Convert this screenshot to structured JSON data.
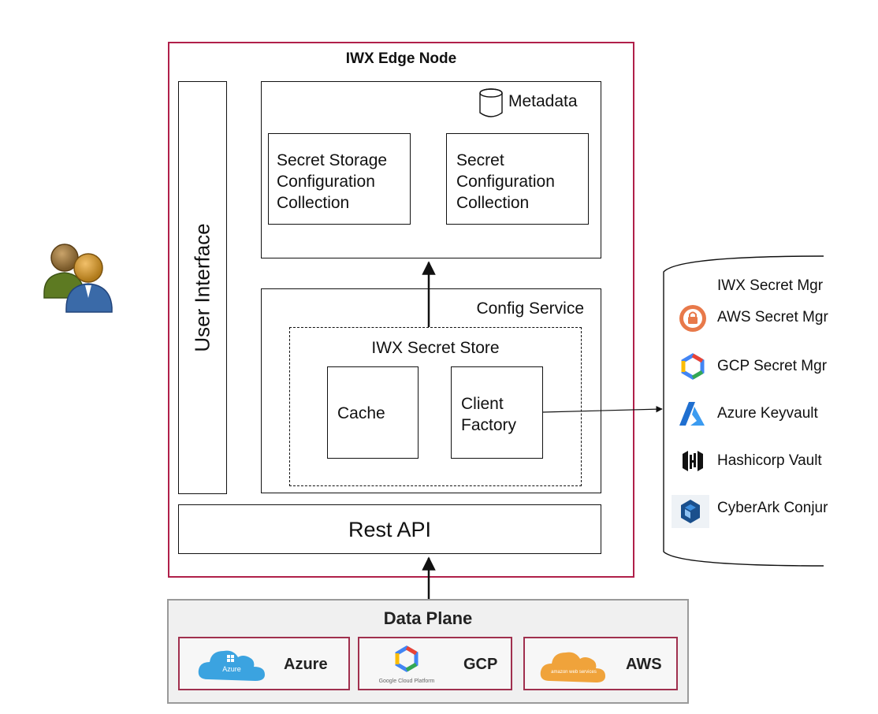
{
  "edge_node": {
    "title": "IWX Edge Node",
    "user_interface_label": "User Interface",
    "metadata": {
      "label": "Metadata",
      "collections": [
        "Secret Storage\nConfiguration\nCollection",
        "Secret\nConfiguration\nCollection"
      ]
    },
    "config_service": {
      "label": "Config Service",
      "secret_store": {
        "label": "IWX Secret Store",
        "cache_label": "Cache",
        "client_factory_label": "Client\nFactory"
      }
    },
    "rest_api_label": "Rest API"
  },
  "secret_managers": {
    "title": "IWX Secret Mgr",
    "items": [
      {
        "label": "AWS Secret Mgr",
        "icon": "aws-lock-icon"
      },
      {
        "label": "GCP Secret Mgr",
        "icon": "gcp-hexagon-icon"
      },
      {
        "label": "Azure Keyvault",
        "icon": "azure-a-icon"
      },
      {
        "label": "Hashicorp Vault",
        "icon": "hashicorp-icon"
      },
      {
        "label": "CyberArk Conjur",
        "icon": "cyberark-icon"
      }
    ]
  },
  "data_plane": {
    "title": "Data Plane",
    "clouds": [
      {
        "label": "Azure",
        "logo_text": "Azure",
        "icon": "azure-cloud-icon"
      },
      {
        "label": "GCP",
        "logo_text": "Google Cloud Platform",
        "icon": "gcp-logo-icon"
      },
      {
        "label": "AWS",
        "logo_text": "amazon web services",
        "icon": "aws-cloud-icon"
      }
    ]
  },
  "colors": {
    "edge_border": "#b0204a",
    "cloud_border": "#a0304e",
    "data_plane_bg": "#f0f0f0",
    "azure_blue": "#3ba3e0",
    "aws_orange": "#f0a33b"
  }
}
